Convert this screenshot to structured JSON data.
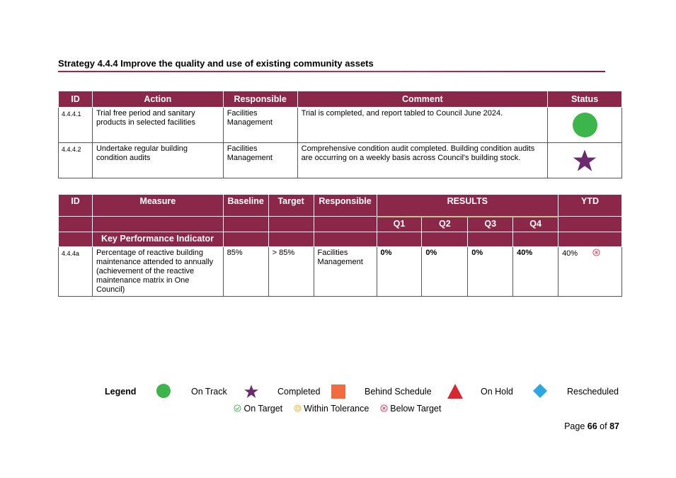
{
  "heading": "Strategy 4.4.4 Improve the quality and use of existing community assets",
  "actions_table": {
    "headers": [
      "ID",
      "Action",
      "Responsible",
      "Comment",
      "Status"
    ],
    "rows": [
      {
        "id": "4.4.4.1",
        "action": "Trial free period and sanitary products in selected facilities",
        "responsible": "Facilities Management",
        "comment": "Trial is completed, and report tabled to Council June 2024.",
        "status": "On Track",
        "status_icon": "green-circle-icon"
      },
      {
        "id": "4.4.4.2",
        "action": "Undertake regular building condition audits",
        "responsible": "Facilities Management",
        "comment": "Comprehensive condition audit completed. Building condition audits are occurring on a weekly basis across Council's building stock.",
        "status": "Completed",
        "status_icon": "purple-star-icon"
      }
    ]
  },
  "kpi_table": {
    "headers": {
      "id": "ID",
      "measure": "Measure",
      "baseline": "Baseline",
      "target": "Target",
      "responsible": "Responsible",
      "results": "RESULTS",
      "ytd": "YTD",
      "kpi": "Key Performance Indicator",
      "q1": "Q1",
      "q2": "Q2",
      "q3": "Q3",
      "q4": "Q4"
    },
    "rows": [
      {
        "id": "4.4.4a",
        "measure": "Percentage of reactive building maintenance attended to annually (achievement of the reactive maintenance matrix in One Council)",
        "baseline": "85%",
        "target": "> 85%",
        "responsible": "Facilities Management",
        "q1": "0%",
        "q2": "0%",
        "q3": "0%",
        "q4": "40%",
        "ytd": "40%",
        "ytd_status": "Below Target"
      }
    ]
  },
  "legend": {
    "title": "Legend",
    "items": [
      {
        "label": "On Track",
        "icon": "green-circle-icon",
        "color": "#3cb54a"
      },
      {
        "label": "Completed",
        "icon": "purple-star-icon",
        "color": "#6b2a6e"
      },
      {
        "label": "Behind Schedule",
        "icon": "orange-square-icon",
        "color": "#f26a40"
      },
      {
        "label": "On Hold",
        "icon": "red-triangle-icon",
        "color": "#d9262f"
      },
      {
        "label": "Rescheduled",
        "icon": "blue-diamond-icon",
        "color": "#2aa8e0"
      }
    ],
    "targets": [
      {
        "label": "On Target",
        "icon": "check-circle-icon",
        "color": "#3cb54a"
      },
      {
        "label": "Within Tolerance",
        "icon": "ring-icon",
        "color": "#f2b631"
      },
      {
        "label": "Below Target",
        "icon": "x-circle-icon",
        "color": "#e0314b"
      }
    ]
  },
  "page": {
    "prefix": "Page",
    "current": "66",
    "of": "of",
    "total": "87"
  },
  "colors": {
    "header_bg": "#8b2748",
    "rule": "#b01d3c"
  }
}
